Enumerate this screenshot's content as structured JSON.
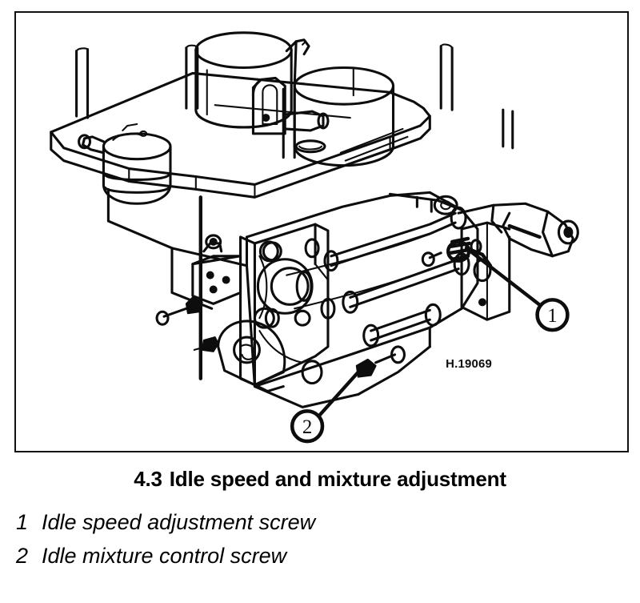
{
  "figure": {
    "reference_code": "H.19069",
    "heading_number": "4.3",
    "heading_title": "Idle speed and mixture adjustment",
    "subject": "carburettor-assembly-isometric-line-drawing",
    "callouts": [
      {
        "number": "1",
        "target": "idle-speed-adjustment-screw"
      },
      {
        "number": "2",
        "target": "idle-mixture-control-screw"
      }
    ]
  },
  "legend": {
    "items": [
      {
        "key": "1",
        "label": "Idle speed adjustment screw"
      },
      {
        "key": "2",
        "label": "Idle mixture control screw"
      }
    ]
  },
  "colors": {
    "ink": "#0d0d0d",
    "paper": "#ffffff",
    "frame": "#111111"
  }
}
